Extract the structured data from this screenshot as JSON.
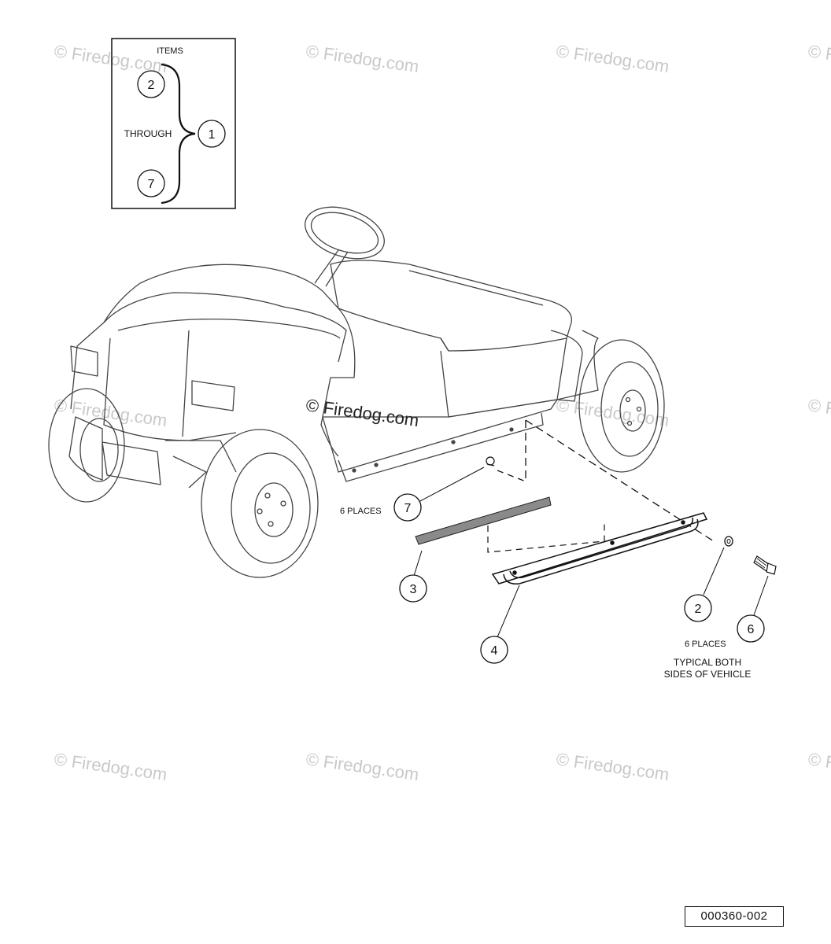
{
  "legend": {
    "items_label": "ITEMS",
    "through_label": "THROUGH",
    "first_item": "2",
    "last_item": "7",
    "assembly_item": "1"
  },
  "callouts": {
    "c7": "7",
    "c3": "3",
    "c4": "4",
    "c2": "2",
    "c6": "6"
  },
  "notes": {
    "six_places_left": "6 PLACES",
    "six_places_right": "6 PLACES",
    "typical_line1": "TYPICAL BOTH",
    "typical_line2": "SIDES OF VEHICLE"
  },
  "watermarks": {
    "text": "© Firedog.com",
    "center_text": "© Firedog.com"
  },
  "part_number": "000360-002"
}
